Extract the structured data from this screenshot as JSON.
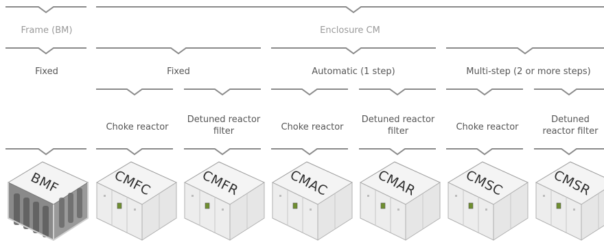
{
  "header": {
    "frame": "Frame (BM)",
    "enclosure": "Enclosure CM"
  },
  "level2": {
    "frame_fixed": "Fixed",
    "fixed": "Fixed",
    "automatic": "Automatic (1 step)",
    "multistep": "Multi-step (2 or more steps)"
  },
  "level3": {
    "choke": "Choke reactor",
    "detuned": "Detuned reactor filter"
  },
  "products": [
    "BMF",
    "CMFC",
    "CMFR",
    "CMAC",
    "CMAR",
    "CMSC",
    "CMSR"
  ],
  "colors": {
    "line": "#8a8a8a",
    "text": "#555555",
    "text_light": "#9a9a9a",
    "cabinet_top": "#f4f4f4",
    "cabinet_side": "#e6e6e6",
    "cabinet_front": "#ededed",
    "frame_body": "#6c6c6c"
  }
}
